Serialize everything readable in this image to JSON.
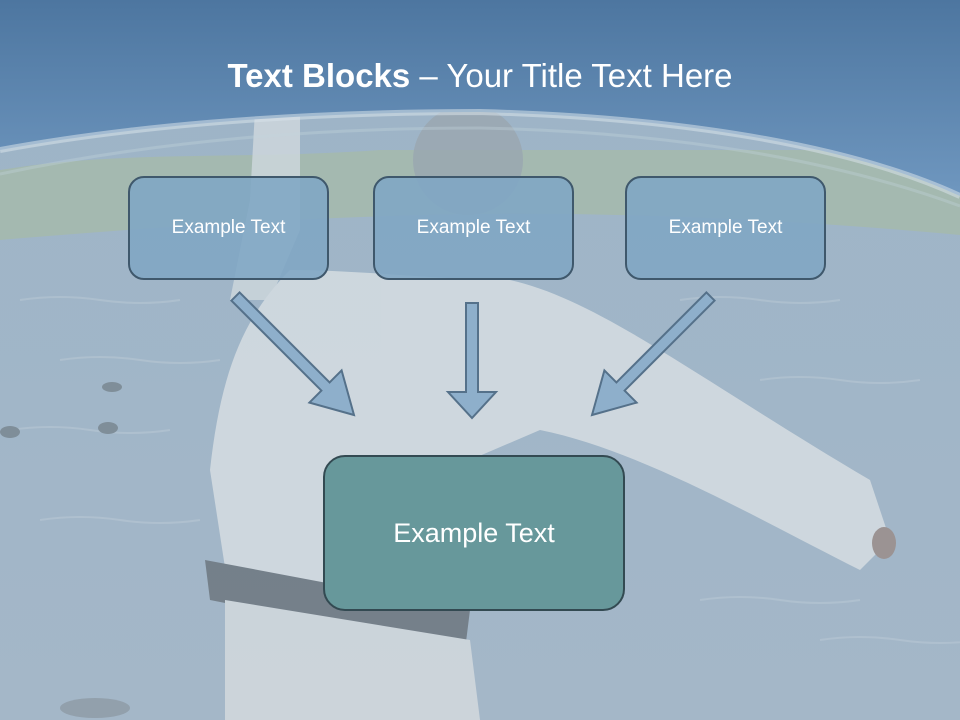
{
  "slide": {
    "title_bold": "Text Blocks",
    "title_rest": " – Your Title Text Here",
    "boxes": [
      {
        "label": "Example Text"
      },
      {
        "label": "Example Text"
      },
      {
        "label": "Example Text"
      }
    ],
    "target": {
      "label": "Example Text"
    }
  },
  "colors": {
    "header": "#5b84ab",
    "box_fill": "#80a6c4",
    "box_border": "#3f586c",
    "target_fill": "#67989b",
    "arrow_fill": "#8eafcb",
    "arrow_stroke": "#55718a"
  }
}
